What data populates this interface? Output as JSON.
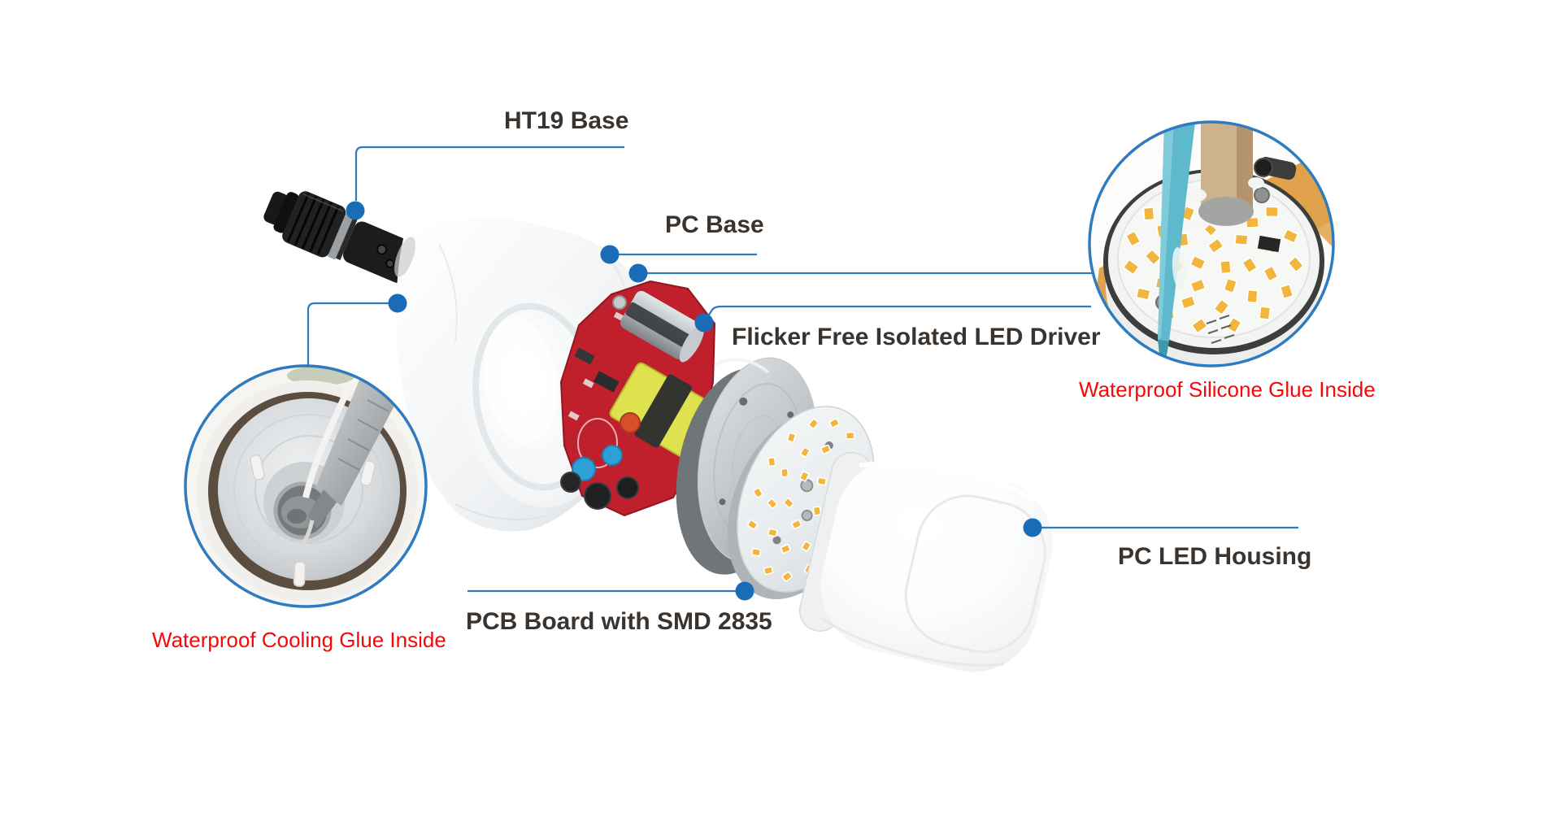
{
  "figure": {
    "kind": "exploded-view product diagram",
    "product": "LED T-shape bulb construction"
  },
  "labels": {
    "ht19_base": "HT19 Base",
    "pc_base": "PC Base",
    "led_driver": "Flicker Free Isolated LED Driver",
    "silicone_glue": "Waterproof Silicone Glue Inside",
    "pc_led_housing": "PC LED Housing",
    "pcb_board": "PCB Board with SMD 2835",
    "cooling_glue": "Waterproof Cooling Glue Inside"
  },
  "colors": {
    "label_text": "#3a332e",
    "warning_red": "#f90606",
    "leader_line": "#2f79bd",
    "callout_dot": "#1a6cb7",
    "inset_ring_blue": "#2e7bbf",
    "pcb_red": "#c0202c",
    "led_yellow": "#f2b53d"
  }
}
